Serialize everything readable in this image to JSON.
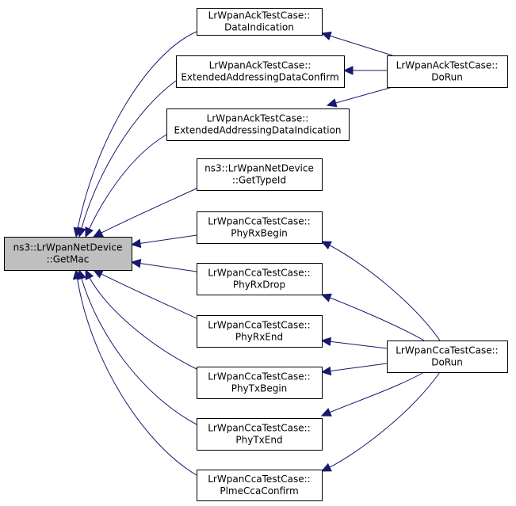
{
  "graph": {
    "nodes": [
      {
        "id": "getmac",
        "lines": [
          "ns3::LrWpanNetDevice",
          "::GetMac"
        ],
        "highlight": true
      },
      {
        "id": "ack_data_ind",
        "lines": [
          "LrWpanAckTestCase::",
          "DataIndication"
        ]
      },
      {
        "id": "ack_ext_confirm",
        "lines": [
          "LrWpanAckTestCase::",
          "ExtendedAddressingDataConfirm"
        ]
      },
      {
        "id": "ack_ext_ind",
        "lines": [
          "LrWpanAckTestCase::",
          "ExtendedAddressingDataIndication"
        ]
      },
      {
        "id": "get_type_id",
        "lines": [
          "ns3::LrWpanNetDevice",
          "::GetTypeId"
        ]
      },
      {
        "id": "cca_rx_begin",
        "lines": [
          "LrWpanCcaTestCase::",
          "PhyRxBegin"
        ]
      },
      {
        "id": "cca_rx_drop",
        "lines": [
          "LrWpanCcaTestCase::",
          "PhyRxDrop"
        ]
      },
      {
        "id": "cca_rx_end",
        "lines": [
          "LrWpanCcaTestCase::",
          "PhyRxEnd"
        ]
      },
      {
        "id": "cca_tx_begin",
        "lines": [
          "LrWpanCcaTestCase::",
          "PhyTxBegin"
        ]
      },
      {
        "id": "cca_tx_end",
        "lines": [
          "LrWpanCcaTestCase::",
          "PhyTxEnd"
        ]
      },
      {
        "id": "cca_plme_confirm",
        "lines": [
          "LrWpanCcaTestCase::",
          "PlmeCcaConfirm"
        ]
      },
      {
        "id": "ack_dorun",
        "lines": [
          "LrWpanAckTestCase::",
          "DoRun"
        ]
      },
      {
        "id": "cca_dorun",
        "lines": [
          "LrWpanCcaTestCase::",
          "DoRun"
        ]
      }
    ],
    "edges": [
      {
        "from": "ack_data_ind",
        "to": "getmac"
      },
      {
        "from": "ack_ext_confirm",
        "to": "getmac"
      },
      {
        "from": "ack_ext_ind",
        "to": "getmac"
      },
      {
        "from": "get_type_id",
        "to": "getmac"
      },
      {
        "from": "cca_rx_begin",
        "to": "getmac"
      },
      {
        "from": "cca_rx_drop",
        "to": "getmac"
      },
      {
        "from": "cca_rx_end",
        "to": "getmac"
      },
      {
        "from": "cca_tx_begin",
        "to": "getmac"
      },
      {
        "from": "cca_tx_end",
        "to": "getmac"
      },
      {
        "from": "cca_plme_confirm",
        "to": "getmac"
      },
      {
        "from": "ack_dorun",
        "to": "ack_data_ind"
      },
      {
        "from": "ack_dorun",
        "to": "ack_ext_confirm"
      },
      {
        "from": "ack_dorun",
        "to": "ack_ext_ind"
      },
      {
        "from": "cca_dorun",
        "to": "cca_rx_begin"
      },
      {
        "from": "cca_dorun",
        "to": "cca_rx_drop"
      },
      {
        "from": "cca_dorun",
        "to": "cca_rx_end"
      },
      {
        "from": "cca_dorun",
        "to": "cca_tx_begin"
      },
      {
        "from": "cca_dorun",
        "to": "cca_tx_end"
      },
      {
        "from": "cca_dorun",
        "to": "cca_plme_confirm"
      }
    ],
    "colors": {
      "edge": "#191970",
      "highlight_fill": "#bfbfbf",
      "node_fill": "#ffffff",
      "border": "#000000"
    }
  }
}
